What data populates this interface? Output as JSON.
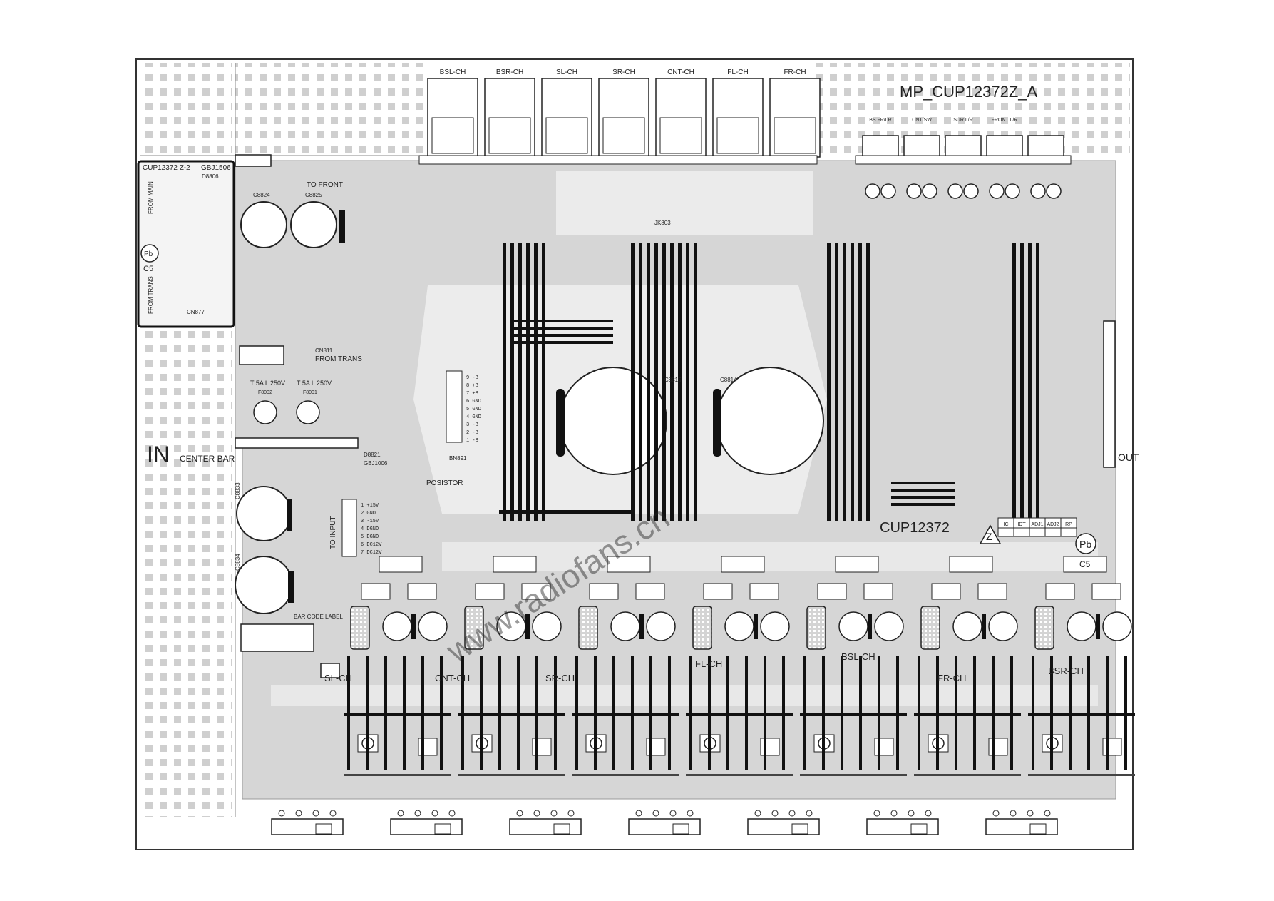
{
  "board": {
    "part_number": "MP_CUP12372Z_A",
    "board_code": "CUP12372",
    "board_code_suffix": "Z",
    "sub_board_label": "CUP12372 Z-2",
    "pb_mark": "Pb",
    "c5_mark": "C5",
    "in_label": "IN",
    "center_bar_label": "CENTER BAR",
    "out_label": "OUT",
    "bar_code_label": "BAR CODE LABEL",
    "watermark": "www.radiofans.cn"
  },
  "top_jacks": [
    "BSL-CH",
    "BSR-CH",
    "SL-CH",
    "SR-CH",
    "CNT-CH",
    "FL-CH",
    "FR-CH"
  ],
  "rca_jacks": [
    "BS FR/LR",
    "CNT/SW",
    "SUR L/R",
    "FRONT L/R",
    ""
  ],
  "channel_labels": [
    "SL-CH",
    "CNT-CH",
    "SR-CH",
    "FL-CH",
    "BSL-CH",
    "FR-CH",
    "BSR-CH"
  ],
  "connectors": {
    "from_main": "FROM MAIN",
    "from_trans_small": "FROM TRANS",
    "from_trans": "FROM TRANS",
    "to_front": "TO FRONT",
    "to_input": "TO INPUT",
    "posistor": "POSISTOR",
    "cn811": "CN811",
    "cn877": "CN877",
    "bn891": "BN891",
    "jk803": "JK803",
    "gbj1506": "GBJ1506",
    "d8806": "D8806",
    "d8821": "D8821",
    "gbj1006": "GBJ1006"
  },
  "fuses": [
    "T 5A L 250V",
    "T 5A L 250V"
  ],
  "fuse_refs": [
    "F8002",
    "F8001"
  ],
  "capacitors": {
    "c8824": "C8824",
    "c8825": "C8825",
    "c8815": "C8815",
    "c8814": "C8814",
    "c8833": "C8833",
    "c8834": "C8834"
  },
  "pin_list_bn891": [
    "9 -B",
    "8 +B",
    "7 +B",
    "6 GND",
    "5 GND",
    "4 GND",
    "3 -B",
    "2 -B",
    "1 -B"
  ],
  "pin_list_input": [
    "1 +15V",
    "2 GND",
    "3 -15V",
    "4 DGND",
    "5 DGND",
    "6 DC12V",
    "7 DC12V"
  ],
  "revision_table_headers": [
    "IC",
    "IDT",
    "ADJ1",
    "ADJ2",
    "RP"
  ],
  "colors": {
    "copper": "#c9c9c9",
    "trace": "#111111",
    "pad": "#ffffff",
    "board_bg": "#ffffff"
  }
}
